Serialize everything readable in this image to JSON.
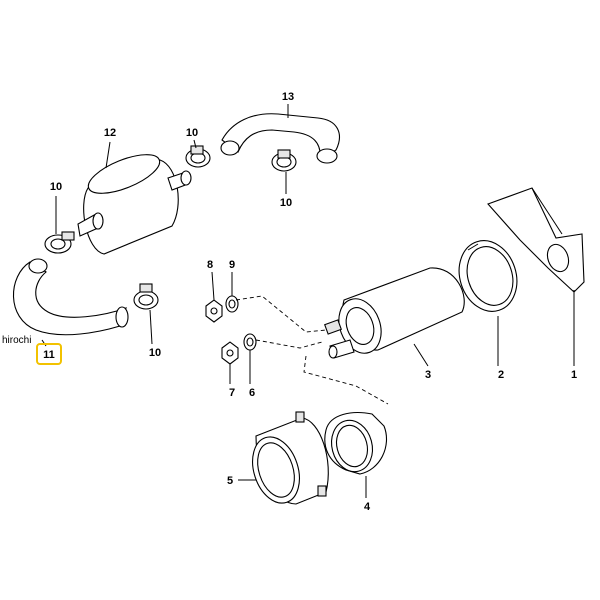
{
  "watermark": "hirochi",
  "highlight_color": "#f2c200",
  "callouts": [
    {
      "id": "c1",
      "label": "1"
    },
    {
      "id": "c2",
      "label": "2"
    },
    {
      "id": "c3",
      "label": "3"
    },
    {
      "id": "c4",
      "label": "4"
    },
    {
      "id": "c5",
      "label": "5"
    },
    {
      "id": "c6",
      "label": "6"
    },
    {
      "id": "c7",
      "label": "7"
    },
    {
      "id": "c8",
      "label": "8"
    },
    {
      "id": "c9",
      "label": "9"
    },
    {
      "id": "c10a",
      "label": "10"
    },
    {
      "id": "c10b",
      "label": "10"
    },
    {
      "id": "c10c",
      "label": "10"
    },
    {
      "id": "c10d",
      "label": "10"
    },
    {
      "id": "c11",
      "label": "11",
      "highlighted": true
    },
    {
      "id": "c12",
      "label": "12"
    },
    {
      "id": "c13",
      "label": "13"
    }
  ]
}
